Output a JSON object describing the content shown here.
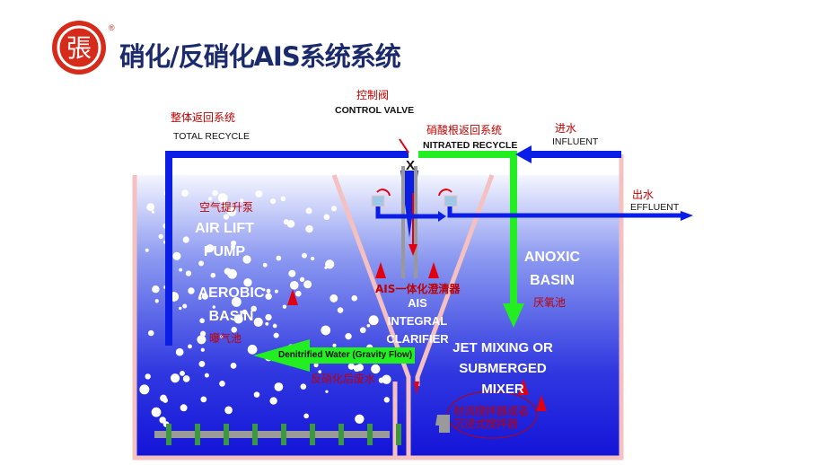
{
  "header": {
    "title": "硝化/反硝化AIS系统系统",
    "logo_text": "張",
    "registered_mark": "®"
  },
  "labels": {
    "total_recycle_cn": "整体返回系统",
    "total_recycle_en": "TOTAL RECYCLE",
    "control_valve_cn": "控制阀",
    "control_valve_en": "CONTROL VALVE",
    "valve_mark": "X",
    "nitrated_recycle_cn": "硝酸根返回系统",
    "nitrated_recycle_en": "NITRATED RECYCLE",
    "influent_cn": "进水",
    "influent_en": "INFLUENT",
    "effluent_cn": "出水",
    "effluent_en": "EFFLUENT",
    "air_lift_cn": "空气提升泵",
    "air_lift_en_1": "AIR LIFT",
    "air_lift_en_2": "PUMP",
    "aerobic_en_1": "AEROBIC",
    "aerobic_en_2": "BASIN",
    "aerobic_cn": "曝气池",
    "clarifier_cn": "AIS一体化澄清器",
    "clarifier_en_1": "AIS",
    "clarifier_en_2": "INTEGRAL",
    "clarifier_en_3": "CLARIFIER",
    "anoxic_en_1": "ANOXIC",
    "anoxic_en_2": "BASIN",
    "anoxic_cn": "厌氧池",
    "denitrified_en": "Denitrified Water (Gravity Flow)",
    "denitrified_cn": "反硝化后废水",
    "mixer_en_1": "JET MIXING OR",
    "mixer_en_2": "SUBMERGED",
    "mixer_en_3": "MIXER",
    "mixer_cn_1": "射流搅拌器或者",
    "mixer_cn_2": "沉浸式搅拌器"
  },
  "colors": {
    "recycle": "#0a1ee6",
    "nitrated": "#22ee22",
    "arrow_red": "#e00010",
    "wall": "#f5c0c0",
    "title": "#1a2a6c"
  }
}
